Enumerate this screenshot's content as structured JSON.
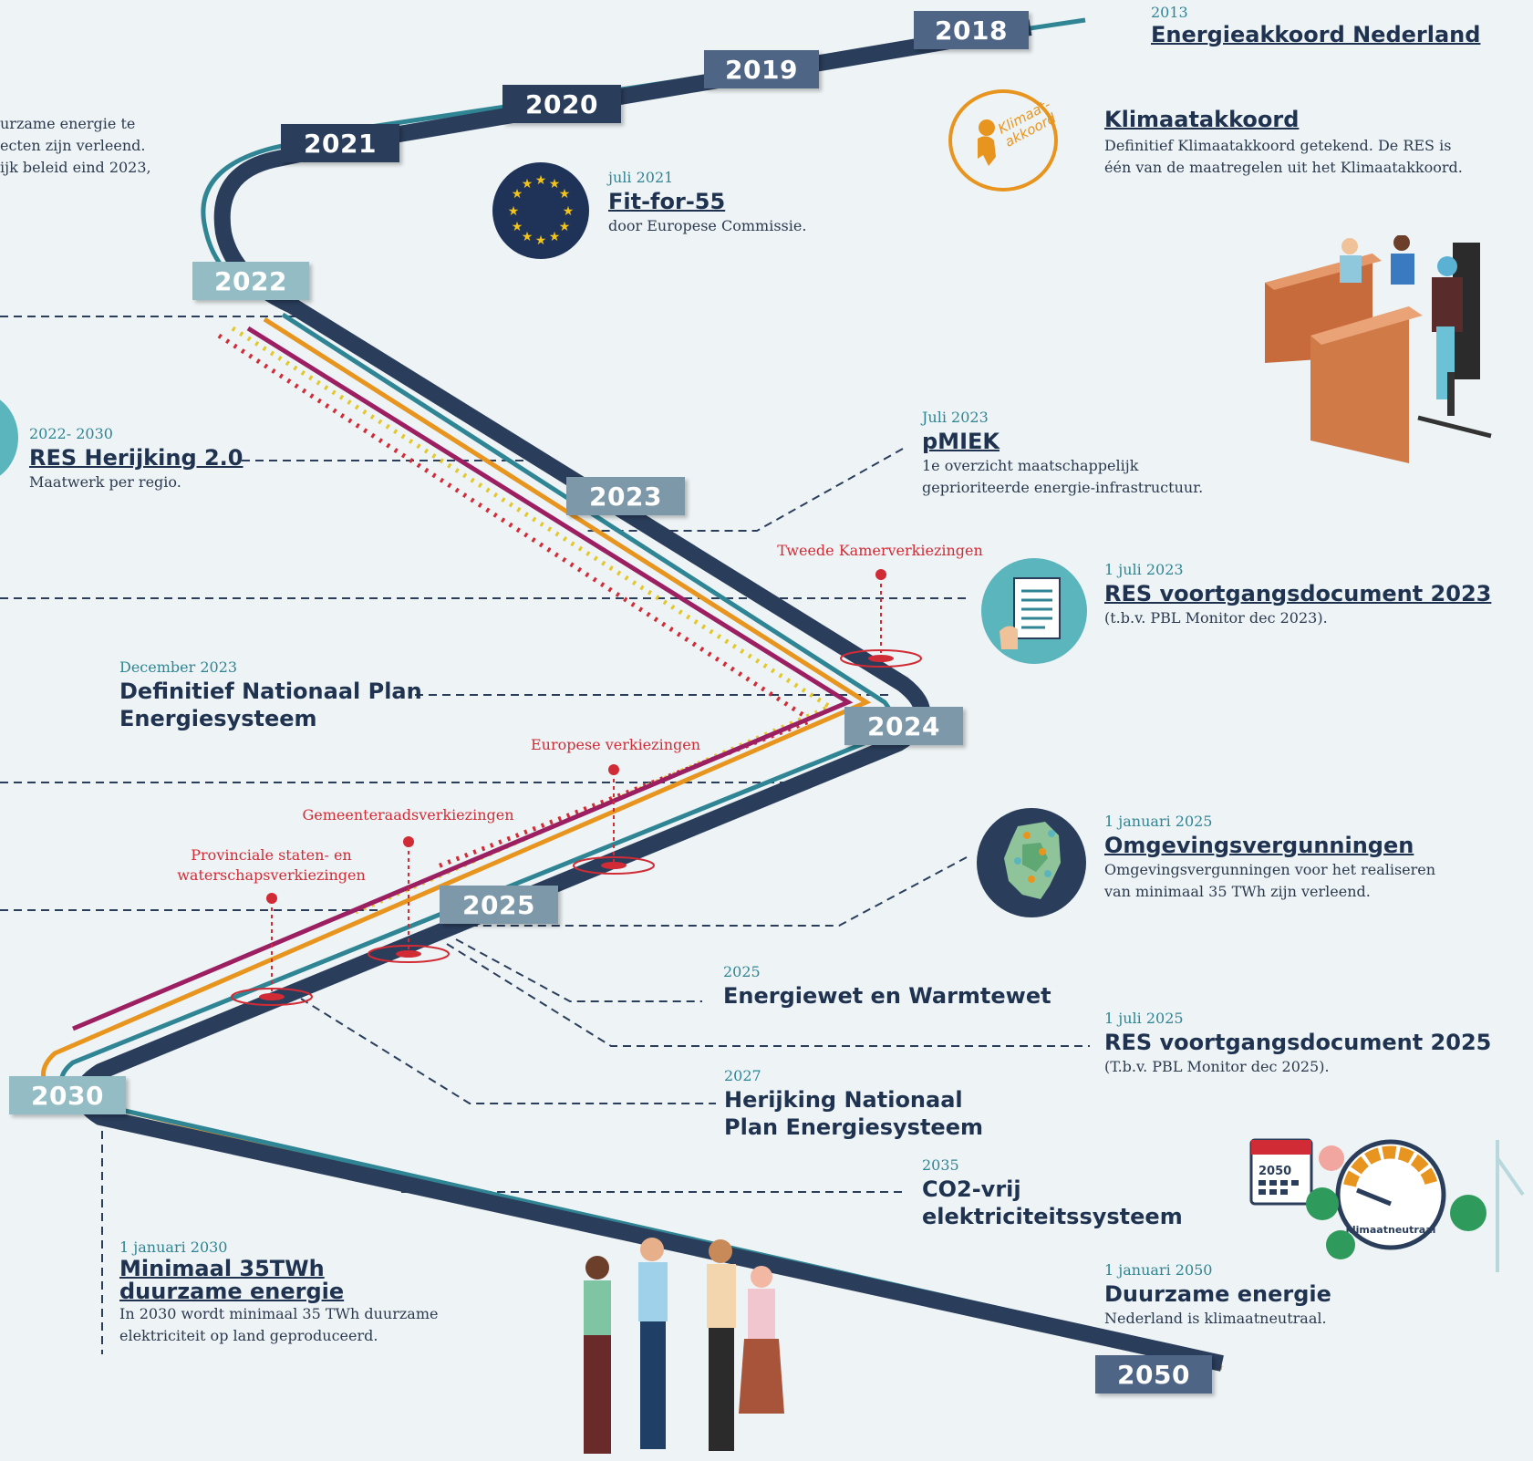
{
  "years": {
    "y2018": "2018",
    "y2019": "2019",
    "y2020": "2020",
    "y2021": "2021",
    "y2022": "2022",
    "y2023": "2023",
    "y2024": "2024",
    "y2025": "2025",
    "y2030": "2030",
    "y2050": "2050"
  },
  "left_partial": {
    "line1": "urzame energie te",
    "line2": "ecten zijn verleend.",
    "line3": "ijk beleid eind 2023,"
  },
  "events": {
    "energieakkoord": {
      "date": "2013",
      "title": "Energieakkoord Nederland"
    },
    "klimaatakkoord": {
      "title": "Klimaatakkoord",
      "desc1": "Definitief Klimaatakkoord getekend. De RES is",
      "desc2": "één van de maatregelen uit het Klimaatakkoord.",
      "logo1": "Klimaat-",
      "logo2": "akkoord"
    },
    "fitfor55": {
      "date": "juli 2021",
      "title": "Fit-for-55",
      "desc": "door Europese Commissie."
    },
    "res_herijking": {
      "date": "2022- 2030",
      "title": "RES Herijking 2.0",
      "desc": "Maatwerk per regio."
    },
    "pmiek": {
      "date": "Juli 2023",
      "title": "pMIEK",
      "desc1": "1e overzicht maatschappelijk",
      "desc2": "geprioriteerde energie-infrastructuur."
    },
    "res2023": {
      "date": "1 juli 2023",
      "title": "RES voortgangsdocument 2023",
      "desc": "(t.b.v. PBL Monitor dec 2023)."
    },
    "npe": {
      "date": "December 2023",
      "title1": "Definitief Nationaal Plan",
      "title2": "Energiesysteem"
    },
    "omgeving": {
      "date": "1 januari 2025",
      "title": "Omgevingsvergunningen",
      "desc1": "Omgevingsvergunningen voor het realiseren",
      "desc2": "van minimaal 35 TWh zijn verleend."
    },
    "energiewet": {
      "date": "2025",
      "title": "Energiewet en Warmtewet"
    },
    "res2025": {
      "date": "1 juli 2025",
      "title": "RES voortgangsdocument 2025",
      "desc": "(T.b.v. PBL Monitor dec 2025)."
    },
    "herijking_npe": {
      "date": "2027",
      "title1": "Herijking Nationaal",
      "title2": "Plan Energiesysteem"
    },
    "co2": {
      "date": "2035",
      "title1": "CO2-vrij",
      "title2": "elektriciteitssysteem"
    },
    "twh35": {
      "date": "1 januari 2030",
      "title1": "Minimaal 35TWh",
      "title2": "duurzame energie",
      "desc1": "In 2030 wordt minimaal 35 TWh duurzame",
      "desc2": "elektriciteit op land geproduceerd."
    },
    "duurzaam": {
      "date": "1 januari 2050",
      "title": "Duurzame energie",
      "desc": "Nederland is klimaatneutraal."
    }
  },
  "elections": {
    "tweede_kamer": "Tweede Kamerverkiezingen",
    "europese": "Europese verkiezingen",
    "gemeenteraad": "Gemeenteraadsverkiezingen",
    "provinciale1": "Provinciale staten- en",
    "provinciale2": "waterschapsverkiezingen"
  },
  "illustrations": {
    "calendar_year": "2050",
    "gauge_label": "klimaatneutraal"
  },
  "colors": {
    "road_dark": "#2a3e5c",
    "teal": "#2f8594",
    "orange": "#e8951f",
    "magenta": "#9c1f62",
    "election_red": "#d12b36",
    "yellow_dots": "#e3c72b"
  }
}
